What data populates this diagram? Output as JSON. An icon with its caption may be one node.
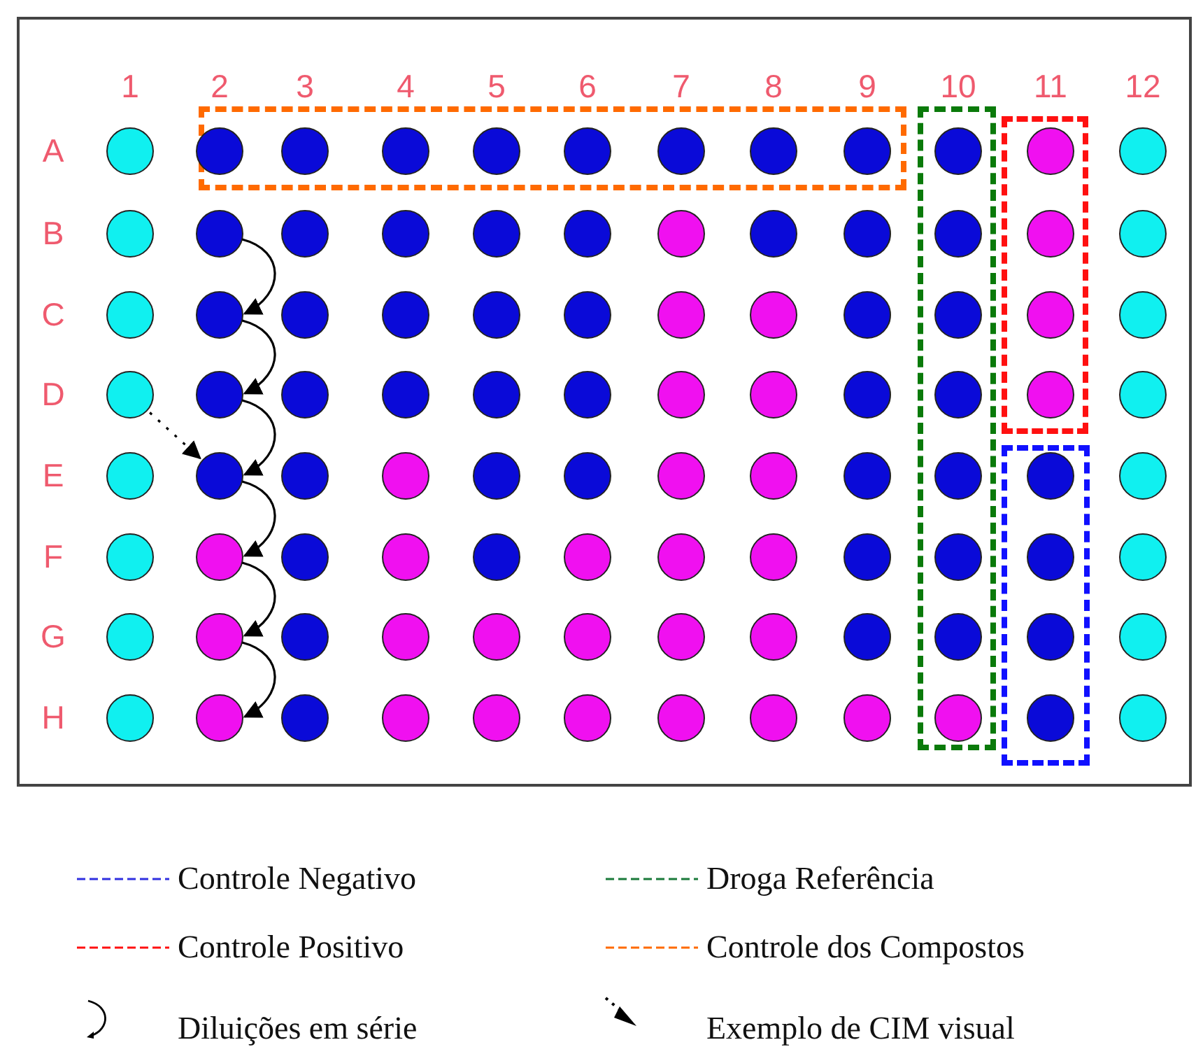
{
  "diagram": {
    "nodes": [
      {
        "text": [],
        "shape": "box"
      },
      {
        "text": [],
        "shape": "box",
        "in": 0
      },
      {
        "text": [],
        "shape": "box",
        "in": 0
      },
      {
        "text": [],
        "shape": "box",
        "in": 0
      },
      {
        "text": [],
        "shape": "box",
        "in": 0
      },
      {
        "text": [],
        "shape": "circle",
        "in": 0
      },
      {
        "text": [],
        "shape": "circle",
        "in": 1
      },
      {
        "text": [],
        "shape": "circle",
        "in": 1
      },
      {
        "text": [],
        "shape": "circle",
        "in": 1
      },
      {
        "text": [],
        "shape": "circle",
        "in": 1
      },
      {
        "text": [],
        "shape": "circle",
        "in": 1
      },
      {
        "text": [],
        "shape": "circle",
        "in": 1
      },
      {
        "text": [],
        "shape": "circle",
        "in": 1
      },
      {
        "text": [],
        "shape": "circle",
        "in": 1
      },
      {
        "text": [],
        "shape": "circle",
        "in": 2
      },
      {
        "text": [],
        "shape": "circle",
        "in": 3
      },
      {
        "text": [],
        "shape": "circle",
        "in": 0
      },
      {
        "text": [],
        "shape": "circle",
        "in": 0
      },
      {
        "text": [],
        "shape": "circle",
        "in": 0
      },
      {
        "text": [],
        "shape": "circle",
        "in": 0
      },
      {
        "text": [],
        "shape": "circle",
        "in": 0
      },
      {
        "text": [],
        "shape": "circle",
        "in": 0
      },
      {
        "text": [],
        "shape": "circle",
        "in": 0
      },
      {
        "text": [],
        "shape": "circle",
        "in": 0
      },
      {
        "text": [],
        "shape": "circle",
        "in": 0
      },
      {
        "text": [],
        "shape": "circle",
        "in": 0
      },
      {
        "text": [],
        "shape": "circle",
        "in": 2
      },
      {
        "text": [],
        "shape": "circle",
        "in": 3
      },
      {
        "text": [],
        "shape": "circle",
        "in": 0
      },
      {
        "text": [],
        "shape": "circle",
        "in": 0
      },
      {
        "text": [],
        "shape": "circle",
        "in": 0
      },
      {
        "text": [],
        "shape": "circle",
        "in": 0
      },
      {
        "text": [],
        "shape": "circle",
        "in": 0
      },
      {
        "text": [],
        "shape": "circle",
        "in": 0
      },
      {
        "text": [],
        "shape": "circle",
        "in": 0
      },
      {
        "text": [],
        "shape": "circle",
        "in": 0
      },
      {
        "text": [],
        "shape": "circle",
        "in": 0
      },
      {
        "text": [],
        "shape": "circle",
        "in": 0
      },
      {
        "text": [],
        "shape": "circle",
        "in": 2
      },
      {
        "text": [],
        "shape": "circle",
        "in": 3
      },
      {
        "text": [],
        "shape": "circle",
        "in": 0
      },
      {
        "text": [],
        "shape": "circle",
        "in": 0
      },
      {
        "text": [],
        "shape": "circle",
        "in": 0
      },
      {
        "text": [],
        "shape": "circle",
        "in": 0
      },
      {
        "text": [],
        "shape": "circle",
        "in": 0
      },
      {
        "text": [],
        "shape": "circle",
        "in": 0
      },
      {
        "text": [],
        "shape": "circle",
        "in": 0
      },
      {
        "text": [],
        "shape": "circle",
        "in": 0
      },
      {
        "text": [],
        "shape": "circle",
        "in": 0
      },
      {
        "text": [],
        "shape": "circle",
        "in": 0
      },
      {
        "text": [],
        "shape": "circle",
        "in": 2
      },
      {
        "text": [],
        "shape": "circle",
        "in": 3
      },
      {
        "text": [],
        "shape": "circle",
        "in": 0
      },
      {
        "text": [],
        "shape": "circle",
        "in": 0
      },
      {
        "text": [],
        "shape": "circle",
        "in": 0
      },
      {
        "text": [],
        "shape": "circle",
        "in": 0
      },
      {
        "text": [],
        "shape": "circle",
        "in": 0
      },
      {
        "text": [],
        "shape": "circle",
        "in": 0
      },
      {
        "text": [],
        "shape": "circle",
        "in": 0
      },
      {
        "text": [],
        "shape": "circle",
        "in": 0
      },
      {
        "text": [],
        "shape": "circle",
        "in": 0
      },
      {
        "text": [],
        "shape": "circle",
        "in": 0
      },
      {
        "text": [],
        "shape": "circle",
        "in": 2
      },
      {
        "text": [],
        "shape": "circle",
        "in": 4
      },
      {
        "text": [],
        "shape": "circle",
        "in": 0
      },
      {
        "text": [],
        "shape": "circle",
        "in": 0
      },
      {
        "text": [],
        "shape": "circle",
        "in": 0
      },
      {
        "text": [],
        "shape": "circle",
        "in": 0
      },
      {
        "text": [],
        "shape": "circle",
        "in": 0
      },
      {
        "text": [],
        "shape": "circle",
        "in": 0
      },
      {
        "text": [],
        "shape": "circle",
        "in": 0
      },
      {
        "text": [],
        "shape": "circle",
        "in": 0
      },
      {
        "text": [],
        "shape": "circle",
        "in": 0
      },
      {
        "text": [],
        "shape": "circle",
        "in": 0
      },
      {
        "text": [],
        "shape": "circle",
        "in": 2
      },
      {
        "text": [],
        "shape": "circle",
        "in": 4
      },
      {
        "text": [],
        "shape": "circle",
        "in": 0
      },
      {
        "text": [],
        "shape": "circle",
        "in": 0
      },
      {
        "text": [],
        "shape": "circle",
        "in": 0
      },
      {
        "text": [],
        "shape": "circle",
        "in": 0
      },
      {
        "text": [],
        "shape": "circle",
        "in": 0
      },
      {
        "text": [],
        "shape": "circle",
        "in": 0
      },
      {
        "text": [],
        "shape": "circle",
        "in": 0
      },
      {
        "text": [],
        "shape": "circle",
        "in": 0
      },
      {
        "text": [],
        "shape": "circle",
        "in": 0
      },
      {
        "text": [],
        "shape": "circle",
        "in": 0
      },
      {
        "text": [],
        "shape": "circle",
        "in": 2
      },
      {
        "text": [],
        "shape": "circle",
        "in": 4
      },
      {
        "text": [],
        "shape": "circle",
        "in": 0
      },
      {
        "text": [],
        "shape": "circle",
        "in": 0
      },
      {
        "text": [],
        "shape": "circle",
        "in": 0
      },
      {
        "text": [],
        "shape": "circle",
        "in": 0
      },
      {
        "text": [],
        "shape": "circle",
        "in": 0
      },
      {
        "text": [],
        "shape": "circle",
        "in": 0
      },
      {
        "text": [],
        "shape": "circle",
        "in": 0
      },
      {
        "text": [],
        "shape": "circle",
        "in": 0
      },
      {
        "text": [],
        "shape": "circle",
        "in": 0
      },
      {
        "text": [],
        "shape": "circle",
        "in": 0
      },
      {
        "text": [],
        "shape": "circle",
        "in": 2
      },
      {
        "text": [],
        "shape": "circle",
        "in": 4
      },
      {
        "text": [],
        "shape": "circle",
        "in": 0
      }
    ],
    "edges": [
      {
        "from": 18,
        "to": 30,
        "arrow": "to"
      },
      {
        "from": 30,
        "to": 42,
        "arrow": "to"
      },
      {
        "from": 42,
        "to": 54,
        "arrow": "to"
      },
      {
        "from": 54,
        "to": 66,
        "arrow": "to"
      },
      {
        "from": 66,
        "to": 78,
        "arrow": "to"
      },
      {
        "from": 78,
        "to": 90,
        "arrow": "to"
      },
      {
        "from": 41,
        "to": 54,
        "arrow": "to",
        "style": "dashed"
      }
    ],
    "labels": [
      "1",
      "2",
      "3",
      "4",
      "5",
      "6",
      "7",
      "8",
      "9",
      "10",
      "11",
      "12",
      "A",
      "B",
      "C",
      "D",
      "E",
      "F",
      "G",
      "H"
    ],
    "legend": [
      {
        "text": "Controle Negativo"
      },
      {
        "text": "Droga Referência"
      },
      {
        "text": "Controle Positivo"
      },
      {
        "text": "Controle dos Compostos"
      },
      {
        "text": "Diluições em série"
      },
      {
        "text": "Exemplo de CIM visual"
      }
    ]
  }
}
